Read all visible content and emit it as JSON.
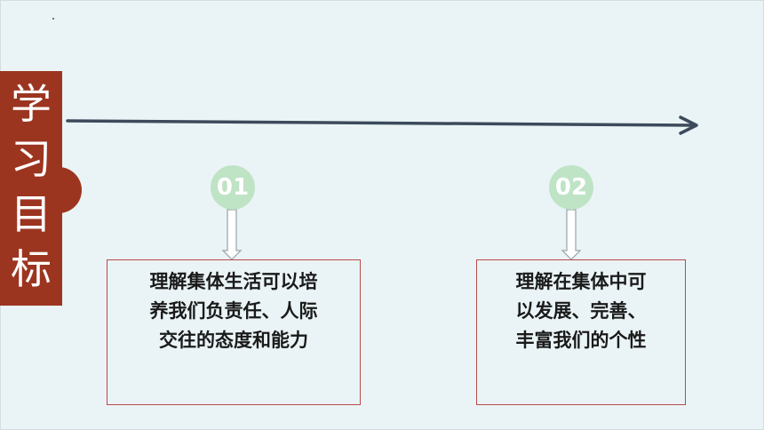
{
  "side_tab": {
    "chars": [
      "学",
      "习",
      "目",
      "标"
    ]
  },
  "goals": [
    {
      "number": "01",
      "lines": [
        "理解集体生活可以培",
        "养我们负责任、人际",
        "交往的态度和能力"
      ]
    },
    {
      "number": "02",
      "lines": [
        "理解在集体中可",
        "以发展、完善、",
        "丰富我们的个性"
      ]
    }
  ],
  "colors": {
    "background": "#eaf4f6",
    "tab": "#9c3520",
    "arrow": "#3c4a5c",
    "badge": "#bfe3c5",
    "box_border": "#b94a4a"
  }
}
